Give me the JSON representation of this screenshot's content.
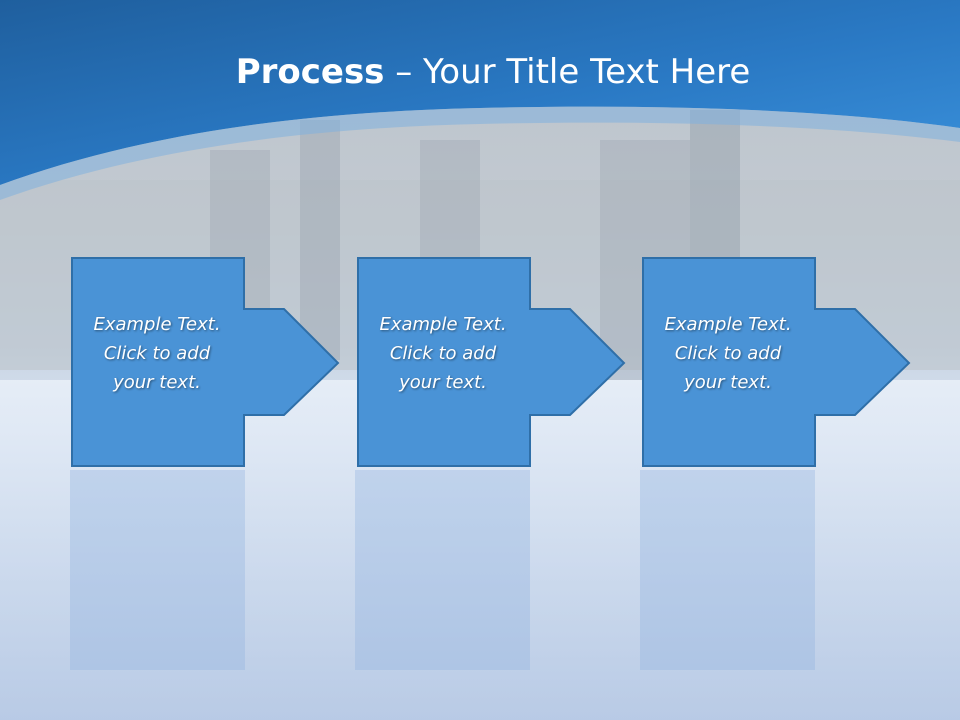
{
  "title": {
    "bold": "Process",
    "rest": " – Your Title Text Here"
  },
  "steps": [
    {
      "lines": [
        "Example Text.",
        "Click  to add",
        "your text."
      ]
    },
    {
      "lines": [
        "Example Text.",
        "Click  to add",
        "your text."
      ]
    },
    {
      "lines": [
        "Example Text.",
        "Click  to add",
        "your text."
      ]
    }
  ],
  "colors": {
    "header_blue": "#2a79c4",
    "box_fill": "#4a93d6",
    "box_stroke": "#2f6fa8"
  }
}
